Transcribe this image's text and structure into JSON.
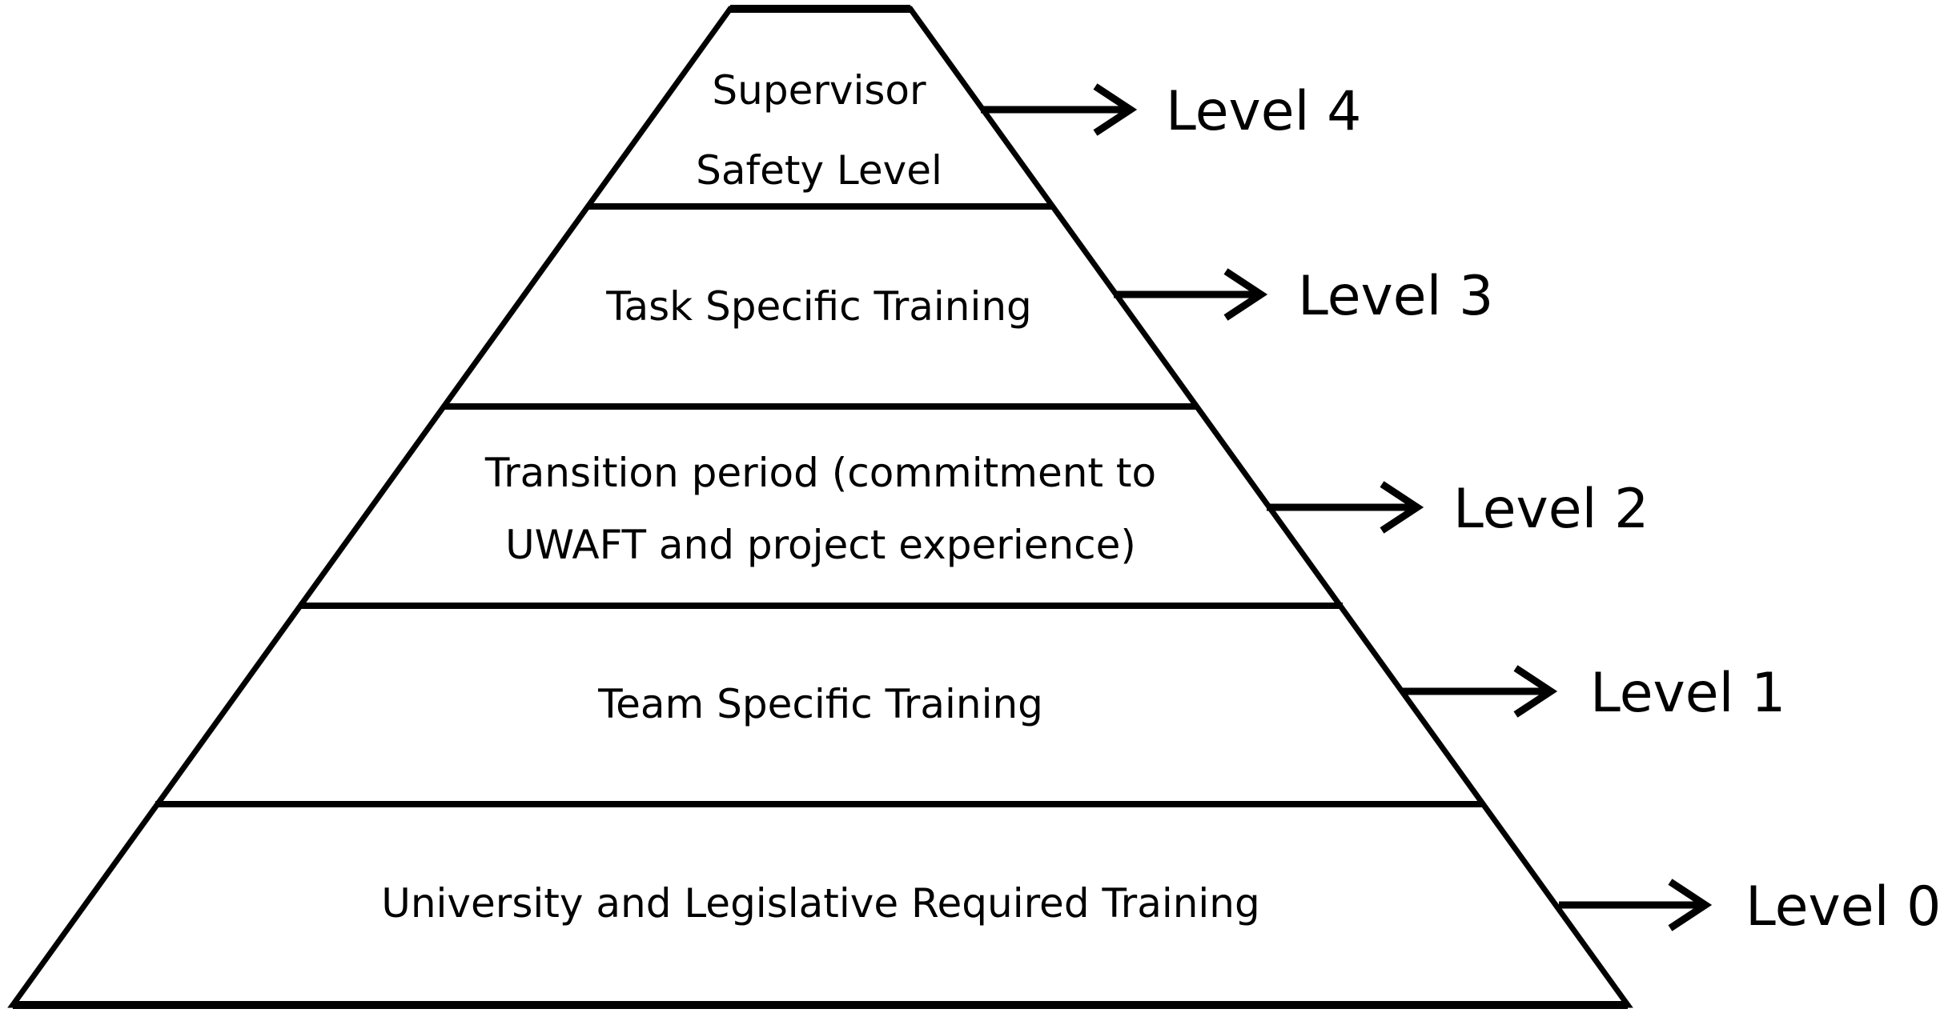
{
  "diagram": {
    "type": "pyramid",
    "stroke_color": "#000000",
    "background": "#ffffff",
    "tiers": [
      {
        "level_label": "Level 4",
        "lines": [
          "Supervisor",
          "Safety Level"
        ]
      },
      {
        "level_label": "Level 3",
        "lines": [
          "Task Specific Training"
        ]
      },
      {
        "level_label": "Level 2",
        "lines": [
          "Transition period (commitment to",
          "UWAFT and project experience)"
        ]
      },
      {
        "level_label": "Level 1",
        "lines": [
          "Team Specific Training"
        ]
      },
      {
        "level_label": "Level 0",
        "lines": [
          "University and Legislative Required Training"
        ]
      }
    ]
  }
}
